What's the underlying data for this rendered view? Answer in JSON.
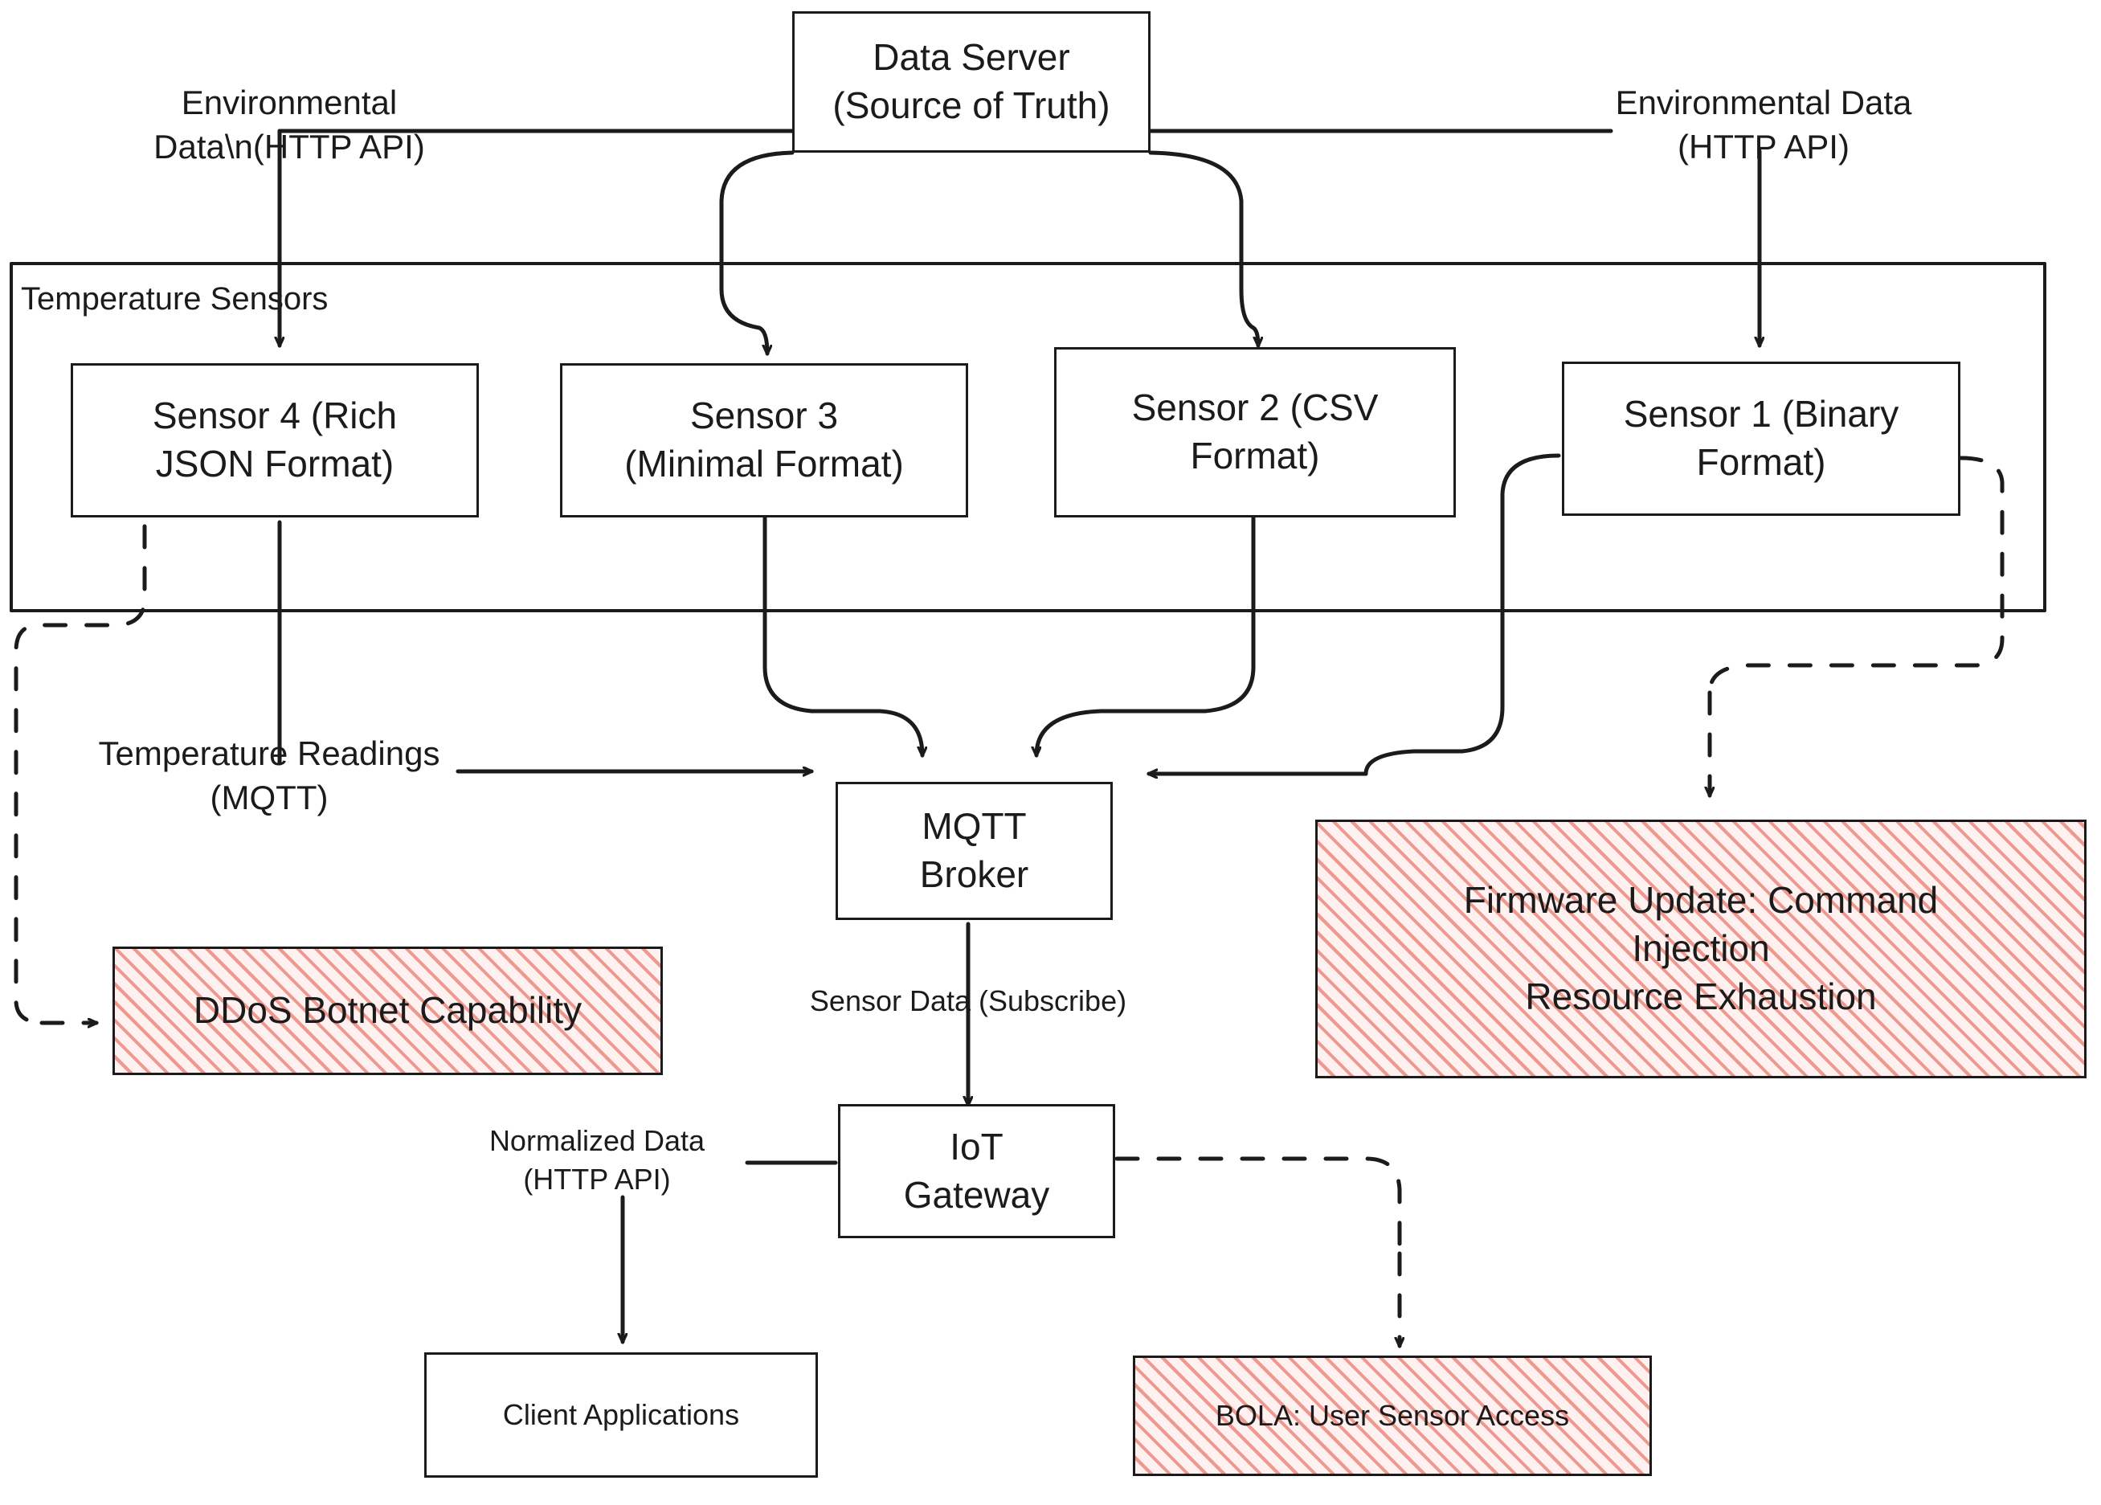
{
  "diagram": {
    "title": "IoT Sensor Data Pipeline Threat Diagram",
    "colors": {
      "stroke": "#1b1b1b",
      "node_fill": "#ffffff",
      "threat_fill": "#fff1f0",
      "threat_hatch": "#e87a6e",
      "background": "#ffffff"
    },
    "group": {
      "label": "Temperature Sensors"
    },
    "nodes": {
      "data_server": "Data Server\n(Source of Truth)",
      "sensor4": "Sensor 4 (Rich\nJSON Format)",
      "sensor3": "Sensor 3\n(Minimal Format)",
      "sensor2": "Sensor 2 (CSV\nFormat)",
      "sensor1": "Sensor 1 (Binary\nFormat)",
      "mqtt_broker": "MQTT\nBroker",
      "iot_gateway": "IoT\nGateway",
      "client_apps": "Client Applications",
      "ddos_threat": "DDoS Botnet Capability",
      "firmware_threat": "Firmware Update: Command\nInjection\nResource Exhaustion",
      "bola_threat": "BOLA: User Sensor Access"
    },
    "edge_labels": {
      "env_data_left": "Environmental\nData\\n(HTTP API)",
      "env_data_right": "Environmental Data\n(HTTP API)",
      "temp_readings": "Temperature Readings\n(MQTT)",
      "sensor_data_subscribe": "Sensor Data (Subscribe)",
      "normalized_data": "Normalized Data\n(HTTP API)"
    },
    "edges": [
      {
        "from": "data_server",
        "to": "sensor4",
        "label": "env_data_left",
        "style": "solid"
      },
      {
        "from": "data_server",
        "to": "sensor3",
        "label": "",
        "style": "solid"
      },
      {
        "from": "data_server",
        "to": "sensor2",
        "label": "",
        "style": "solid"
      },
      {
        "from": "data_server",
        "to": "sensor1",
        "label": "env_data_right",
        "style": "solid"
      },
      {
        "from": "sensor4",
        "to": "mqtt_broker",
        "label": "temp_readings",
        "style": "solid"
      },
      {
        "from": "sensor3",
        "to": "mqtt_broker",
        "label": "",
        "style": "solid"
      },
      {
        "from": "sensor2",
        "to": "mqtt_broker",
        "label": "",
        "style": "solid"
      },
      {
        "from": "sensor1",
        "to": "mqtt_broker",
        "label": "",
        "style": "solid"
      },
      {
        "from": "mqtt_broker",
        "to": "iot_gateway",
        "label": "sensor_data_subscribe",
        "style": "solid"
      },
      {
        "from": "iot_gateway",
        "to": "client_apps",
        "label": "normalized_data",
        "style": "solid"
      },
      {
        "from": "sensor4",
        "to": "ddos_threat",
        "label": "",
        "style": "dashed"
      },
      {
        "from": "sensor1",
        "to": "firmware_threat",
        "label": "",
        "style": "dashed"
      },
      {
        "from": "iot_gateway",
        "to": "bola_threat",
        "label": "",
        "style": "dashed"
      }
    ]
  }
}
